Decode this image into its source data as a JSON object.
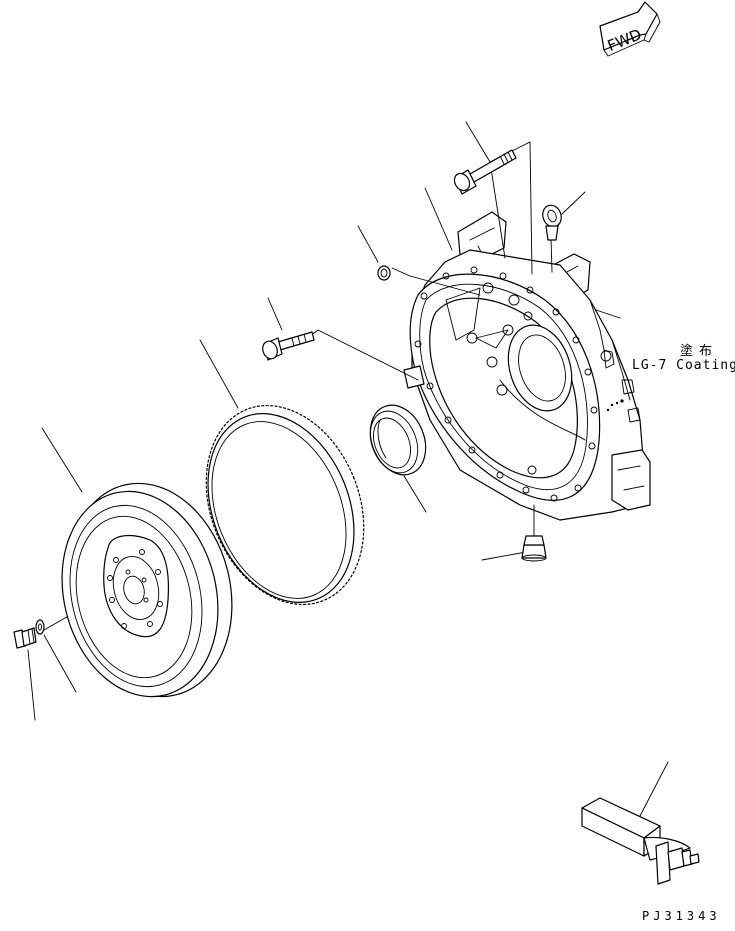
{
  "fwd_label": "FWD",
  "coating": {
    "japanese": "塗布",
    "english": "LG-7 Coating"
  },
  "drawing_code": "PJ31343",
  "parts": [
    "flywheel-housing",
    "housing-mounting-bolt",
    "lifting-eye-bolt",
    "o-ring",
    "flywheel-bolt",
    "ring-gear",
    "oil-seal",
    "drain-plug",
    "flywheel",
    "bolt",
    "washer",
    "installation-tool"
  ]
}
